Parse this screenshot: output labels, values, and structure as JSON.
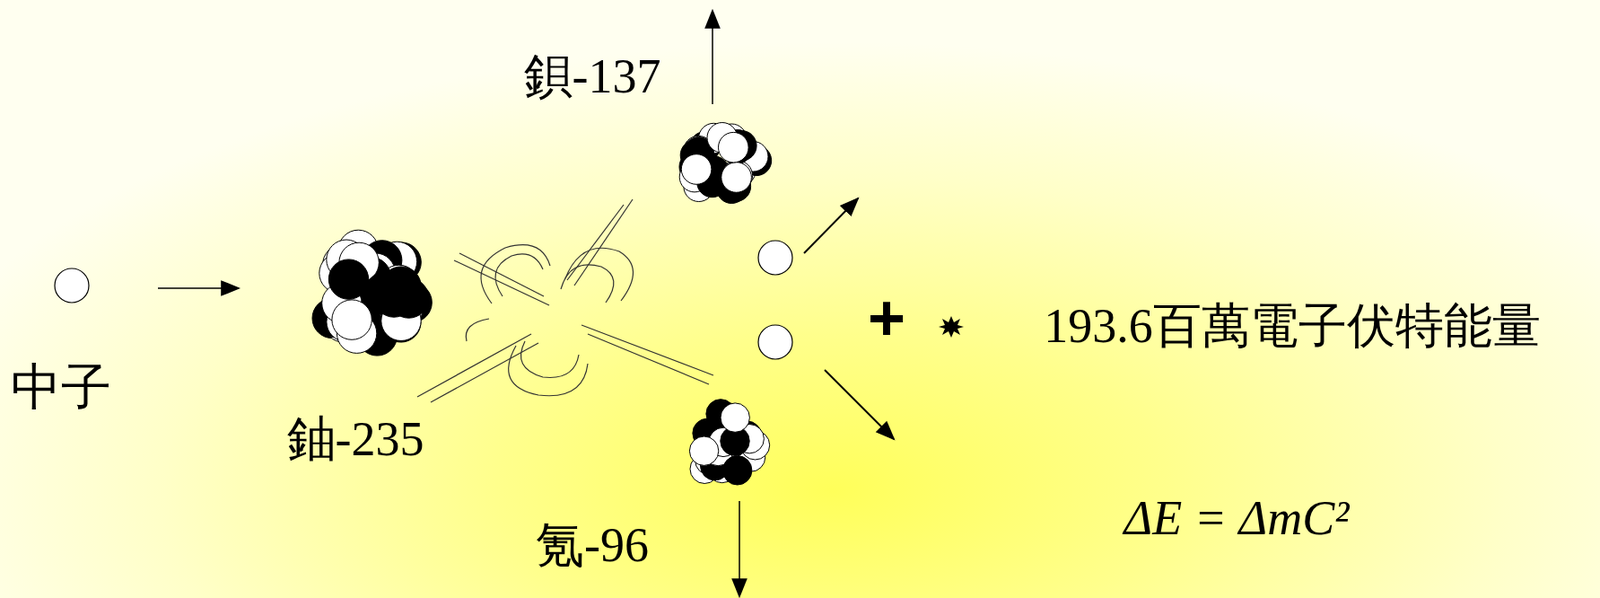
{
  "diagram": {
    "labels": [
      "鋇-137",
      "中子",
      "鈾-235",
      "氪-96",
      "+",
      "193.6百萬電子伏特能量",
      "ΔE = ΔmC²"
    ]
  }
}
